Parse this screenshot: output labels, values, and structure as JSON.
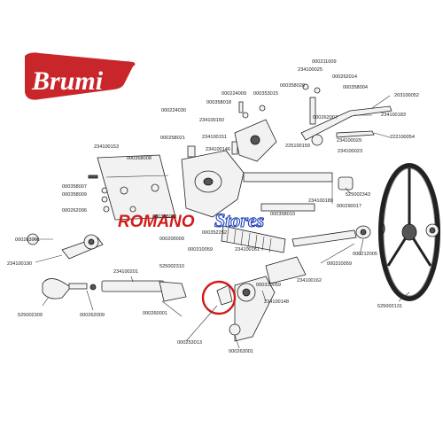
{
  "brand": {
    "name": "Brumi",
    "reg_mark": "®",
    "color": "#c8262b"
  },
  "watermark": {
    "part1": "ROMANO",
    "part2": "Stores",
    "color1": "#d11a1a",
    "color2": "#1e3fb8"
  },
  "highlight": {
    "color": "#d11a1a",
    "label": "000253013"
  },
  "part_numbers": [
    "000211009",
    "234100025",
    "000262014",
    "000358004",
    "203100052",
    "000224009",
    "000353015",
    "000358020",
    "000358018",
    "234100183",
    "000224030",
    "234100150",
    "000262007",
    "234100029",
    "222100054",
    "000258021",
    "234100151",
    "225100159",
    "234100023",
    "234100153",
    "234100146",
    "000358008",
    "000358007",
    "000358009",
    "000262006",
    "525002343",
    "234100189",
    "000290017",
    "000263001",
    "000352252",
    "000358010",
    "000358011",
    "000200009",
    "000310059",
    "234100190",
    "000310059",
    "234100161",
    "000212005",
    "234100201",
    "525002310",
    "234100162",
    "000310059",
    "525002309",
    "000262009",
    "000260001",
    "234100148",
    "525002131",
    "000253013",
    "000263001"
  ]
}
